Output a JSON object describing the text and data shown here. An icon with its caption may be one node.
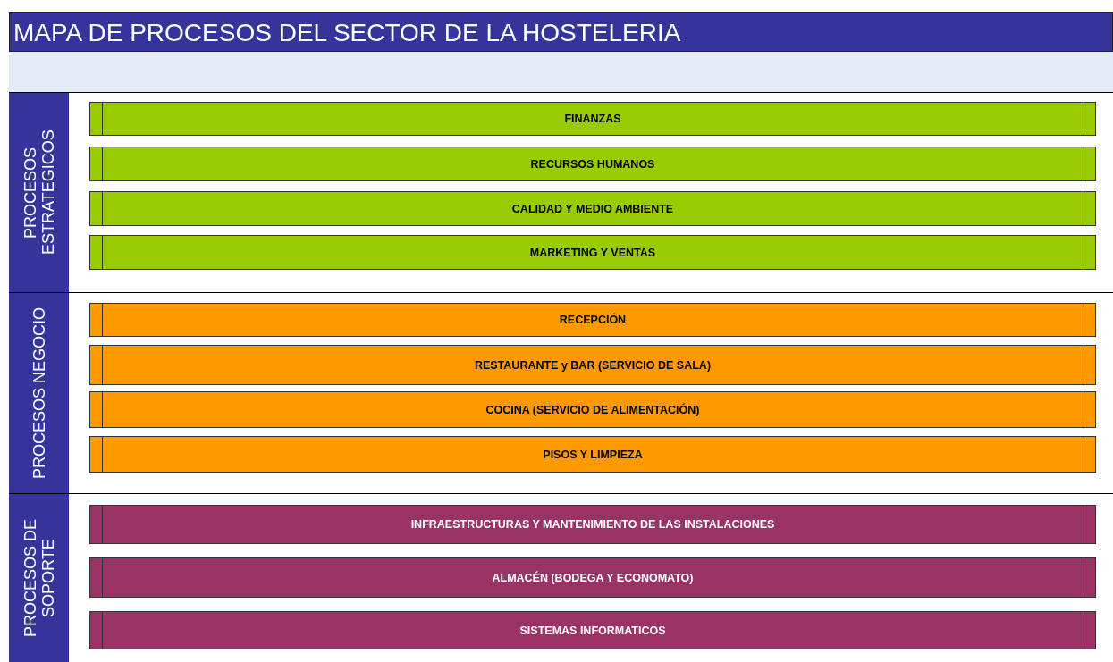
{
  "diagram": {
    "title": "MAPA DE PROCESOS DEL SECTOR DE LA HOSTELERIA",
    "nodes": [
      {
        "text": [],
        "shape": "band"
      },
      {
        "text": [
          "PROCESOS ESTRATEGICOS"
        ]
      },
      {
        "text": [
          "FINANZAS"
        ],
        "in": 1
      },
      {
        "text": [
          "RECURSOS HUMANOS"
        ],
        "in": 1
      },
      {
        "text": [
          "CALIDAD Y MEDIO AMBIENTE"
        ],
        "in": 1
      },
      {
        "text": [
          "MARKETING Y VENTAS"
        ],
        "in": 1
      },
      {
        "text": [
          "PROCESOS NEGOCIO"
        ]
      },
      {
        "text": [
          "RECEPCIÓN"
        ],
        "in": 6
      },
      {
        "text": [
          "RESTAURANTE y BAR (SERVICIO DE SALA)"
        ],
        "in": 6
      },
      {
        "text": [
          "COCINA (SERVICIO DE ALIMENTACIÓN)"
        ],
        "in": 6
      },
      {
        "text": [
          "PISOS Y LIMPIEZA"
        ],
        "in": 6
      },
      {
        "text": [
          "PROCESOS DE SOPORTE"
        ]
      },
      {
        "text": [
          "INFRAESTRUCTURAS Y MANTENIMIENTO DE LAS INSTALACIONES"
        ],
        "in": 11
      },
      {
        "text": [
          "ALMACÉN (BODEGA Y ECONOMATO)"
        ],
        "in": 11
      },
      {
        "text": [
          "SISTEMAS INFORMATICOS"
        ],
        "in": 11
      }
    ]
  }
}
